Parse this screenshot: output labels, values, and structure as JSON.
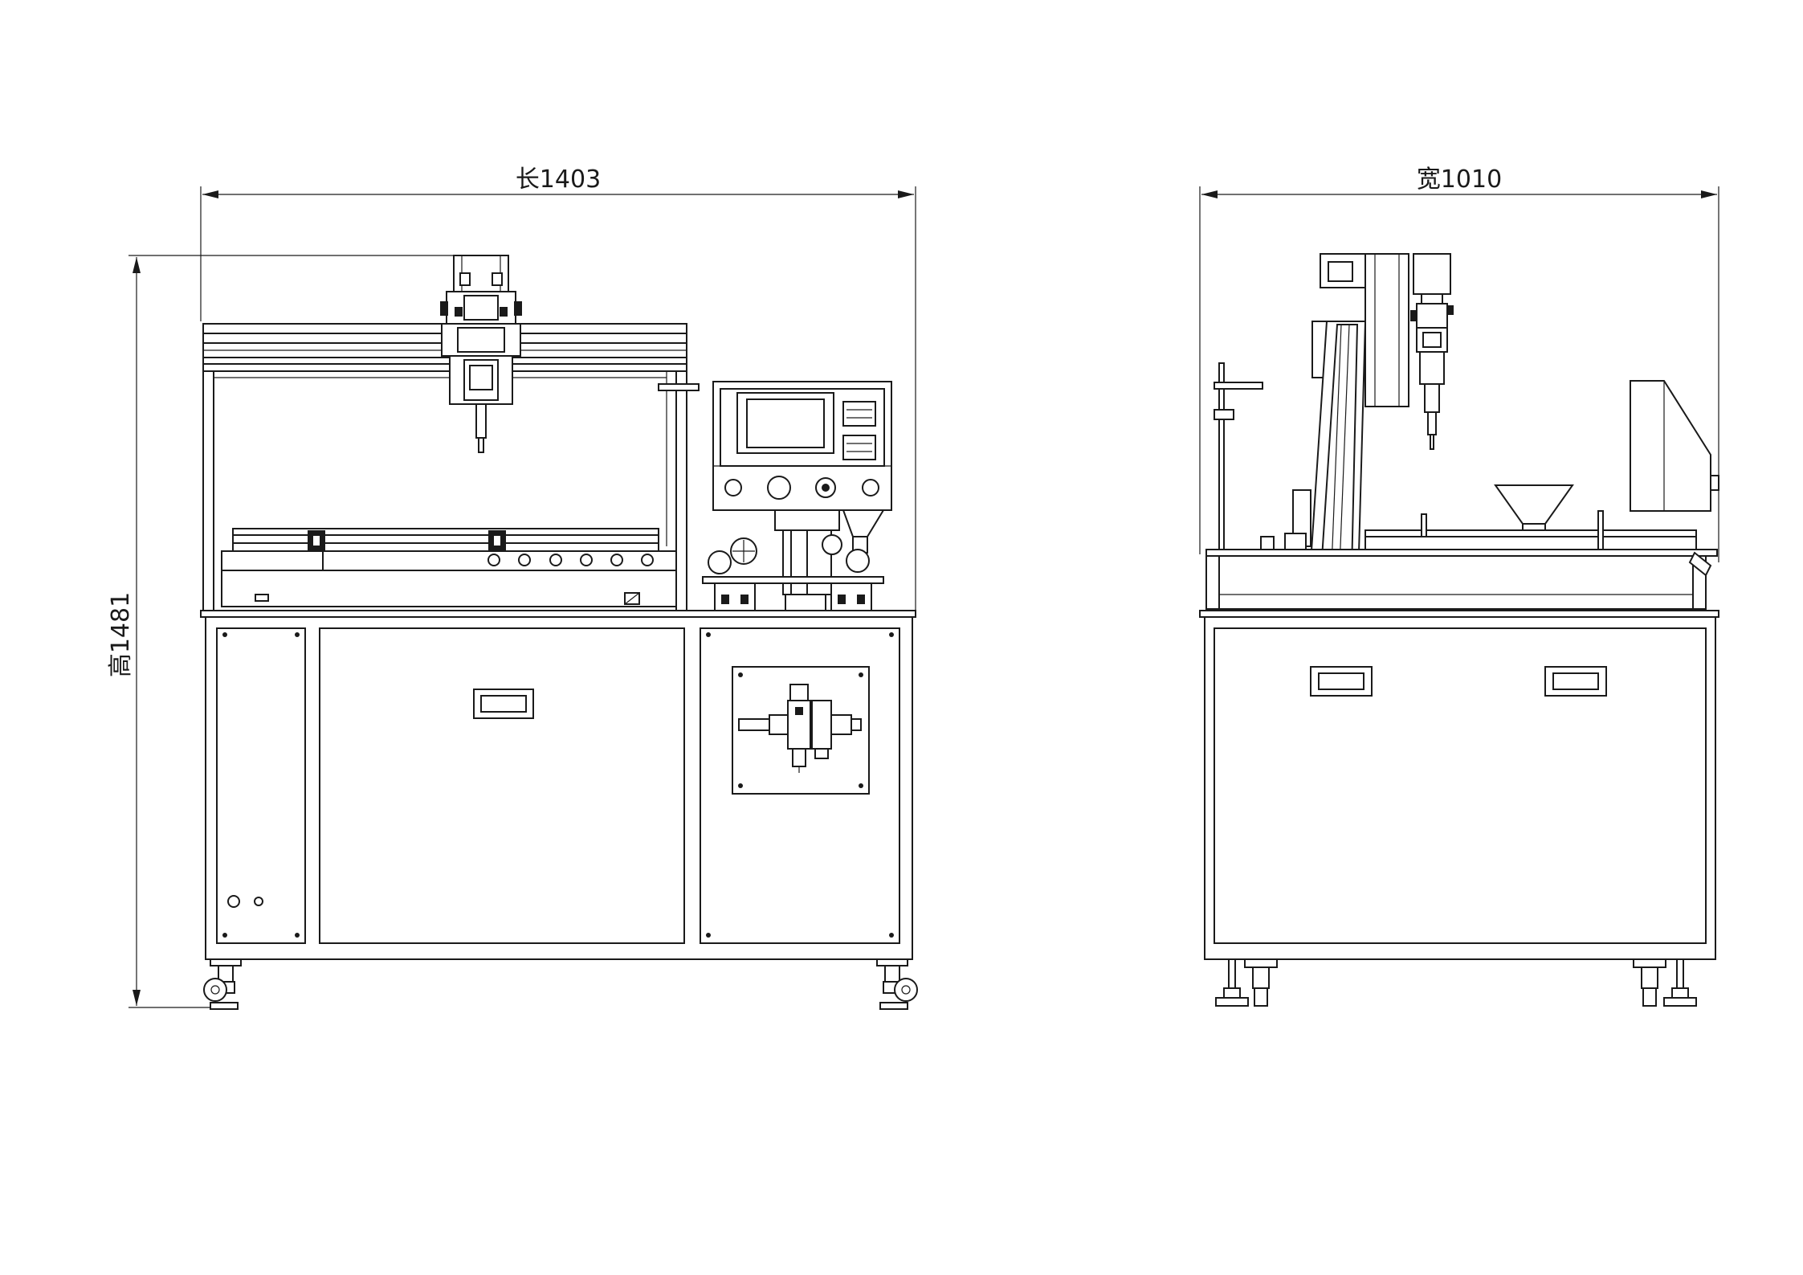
{
  "dimensions": {
    "length_label": "长1403",
    "width_label": "宽1010",
    "height_label": "高1481"
  },
  "colors": {
    "line": "#1a1a1a",
    "background": "#ffffff"
  }
}
